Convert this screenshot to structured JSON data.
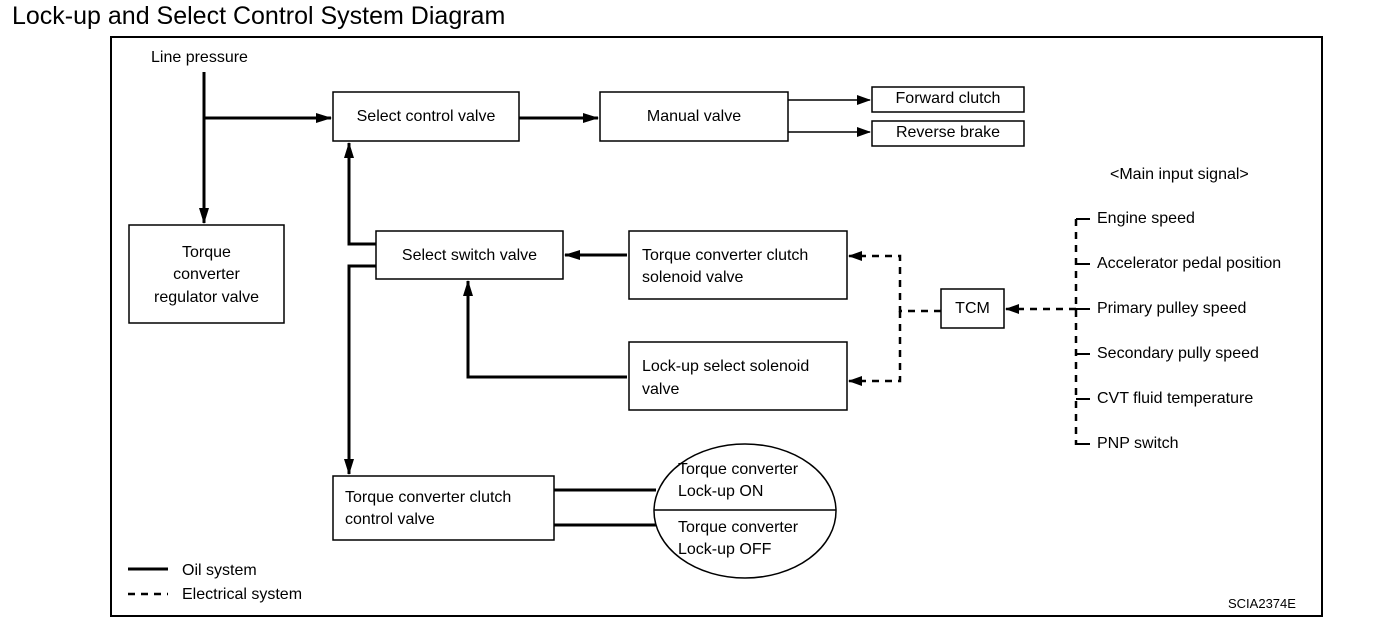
{
  "title": "Lock-up and Select Control System Diagram",
  "labels": {
    "line_pressure": "Line pressure",
    "select_control_valve": "Select control valve",
    "manual_valve": "Manual valve",
    "forward_clutch": "Forward clutch",
    "reverse_brake": "Reverse brake",
    "torque_converter_regulator_valve": [
      "Torque",
      "converter",
      "regulator valve"
    ],
    "select_switch_valve": "Select switch valve",
    "tcc_solenoid_valve": [
      "Torque converter clutch",
      "solenoid valve"
    ],
    "lockup_select_solenoid_valve": [
      "Lock-up select solenoid",
      "valve"
    ],
    "tcm": "TCM",
    "tcc_control_valve": [
      "Torque converter clutch",
      "control valve"
    ],
    "lockup_on": [
      "Torque converter",
      "Lock-up ON"
    ],
    "lockup_off": [
      "Torque converter",
      "Lock-up OFF"
    ]
  },
  "inputs": {
    "heading": "<Main input signal>",
    "items": [
      "Engine speed",
      "Accelerator pedal position",
      "Primary pulley speed",
      "Secondary pully speed",
      "CVT fluid temperature",
      "PNP switch"
    ]
  },
  "legend": {
    "oil": "Oil system",
    "electrical": "Electrical system"
  },
  "code": "SCIA2374E"
}
